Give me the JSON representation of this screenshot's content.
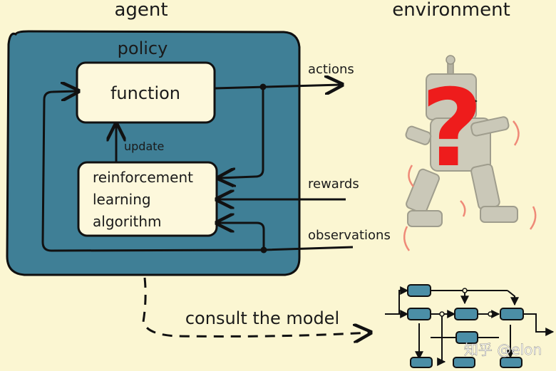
{
  "headings": {
    "agent": "agent",
    "environment": "environment"
  },
  "agent": {
    "title": "policy",
    "function_box": "function",
    "update_label": "update",
    "rl_box_lines": [
      "reinforcement",
      "learning",
      "algorithm"
    ]
  },
  "signals": {
    "actions": "actions",
    "rewards": "rewards",
    "observations": "observations"
  },
  "model_link": {
    "label": "consult the model"
  },
  "environment": {
    "unknown_mark": "?",
    "robot_icon": "robot-icon"
  },
  "watermark": {
    "text": "知乎 @elon"
  },
  "colors": {
    "background": "#fbf6d2",
    "agent_fill": "#3f7f96",
    "box_fill": "#fdf8dc",
    "question_mark": "#ee1c1c",
    "model_node": "#4b8ea6"
  }
}
